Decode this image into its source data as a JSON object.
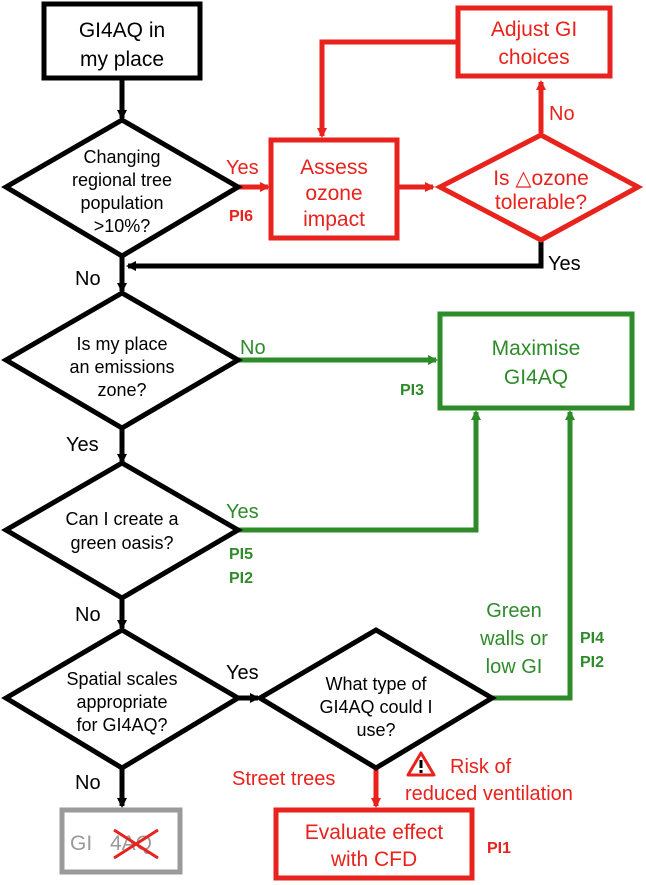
{
  "colors": {
    "black": "#000000",
    "red": "#e8221c",
    "green": "#2e8b2a",
    "grey": "#9a9a9a"
  },
  "nodes": {
    "start": {
      "lines": [
        "GI4AQ in",
        "my place"
      ]
    },
    "q_tree_pop": {
      "lines": [
        "Changing",
        "regional tree",
        "population",
        ">10%?"
      ]
    },
    "assess_ozone": {
      "lines": [
        "Assess",
        "ozone",
        "impact"
      ]
    },
    "q_ozone_tolerable": {
      "lines": [
        "Is △ozone",
        "tolerable?"
      ]
    },
    "adjust_gi": {
      "lines": [
        "Adjust GI",
        "choices"
      ]
    },
    "q_emissions": {
      "lines": [
        "Is my place",
        "an emissions",
        "zone?"
      ]
    },
    "maximise": {
      "lines": [
        "Maximise",
        "GI4AQ"
      ]
    },
    "q_oasis": {
      "lines": [
        "Can I create a",
        "green oasis?"
      ]
    },
    "q_spatial": {
      "lines": [
        "Spatial scales",
        "appropriate",
        "for GI4AQ?"
      ]
    },
    "q_type": {
      "lines": [
        "What type of",
        "GI4AQ could I",
        "use?"
      ]
    },
    "evaluate_cfd": {
      "lines": [
        "Evaluate effect",
        "with CFD"
      ]
    },
    "end_no": {
      "text_gi": "GI",
      "text_4aq": "4AQ"
    }
  },
  "edges": {
    "tree_yes": "Yes",
    "tree_no": "No",
    "ozone_no": "No",
    "ozone_yes": "Yes",
    "emissions_no": "No",
    "emissions_yes": "Yes",
    "oasis_yes": "Yes",
    "oasis_no": "No",
    "spatial_yes": "Yes",
    "spatial_no": "No",
    "green_walls": [
      "Green",
      "walls or",
      "low GI"
    ],
    "street_trees": "Street trees",
    "risk": [
      "Risk of",
      "reduced ventilation"
    ]
  },
  "policy": {
    "pi6": "PI6",
    "pi3": "PI3",
    "pi5_pi2": [
      "PI5",
      "PI2"
    ],
    "pi4_pi2": [
      "PI4",
      "PI2"
    ],
    "pi1": "PI1"
  },
  "icons": {
    "warning": "warning-triangle-icon",
    "cross": "red-cross-icon"
  }
}
